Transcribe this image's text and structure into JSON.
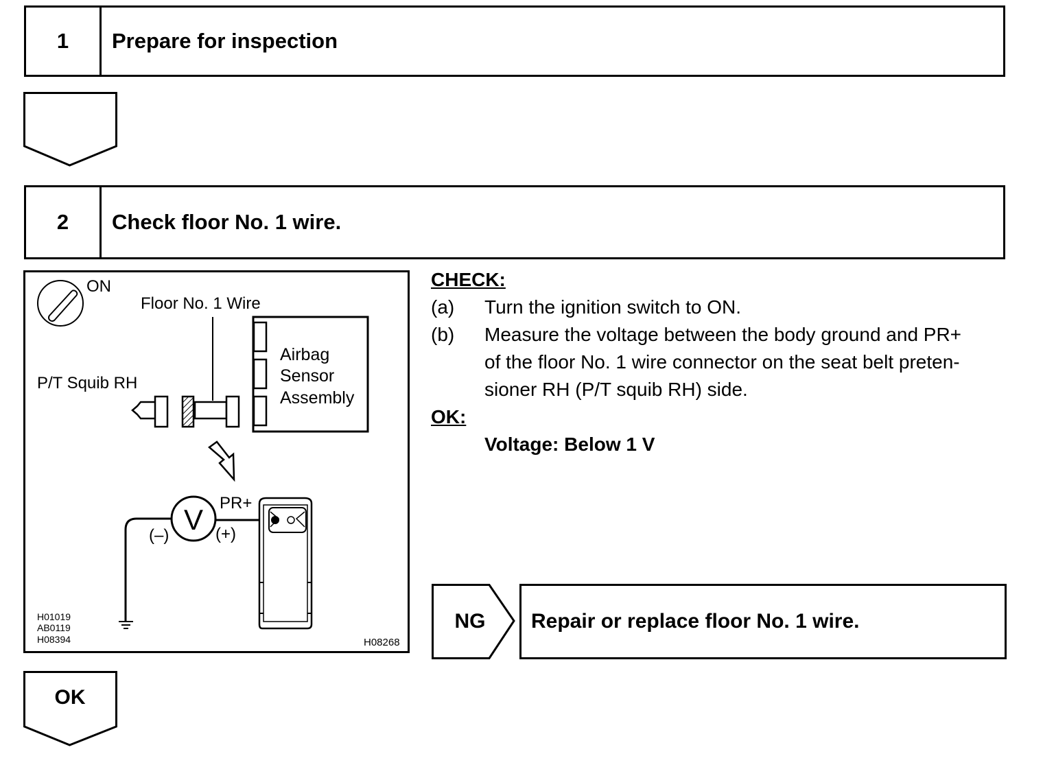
{
  "steps": [
    {
      "number": "1",
      "title": "Prepare for inspection"
    },
    {
      "number": "2",
      "title": "Check floor No. 1 wire."
    }
  ],
  "diagram": {
    "ignition_label": "ON",
    "wire_label": "Floor No. 1 Wire",
    "squib_label": "P/T Squib RH",
    "sensor_label_1": "Airbag",
    "sensor_label_2": "Sensor",
    "sensor_label_3": "Assembly",
    "terminal_label": "PR+",
    "neg_label": "(–)",
    "pos_label": "(+)",
    "meter_symbol": "V",
    "ref_codes": [
      "H01019",
      "AB0119",
      "H08394"
    ],
    "figure_code": "H08268"
  },
  "check": {
    "heading": "CHECK:",
    "items": [
      {
        "marker": "(a)",
        "text": "Turn the ignition switch to ON."
      },
      {
        "marker": "(b)",
        "line1": "Measure the voltage between the body ground and PR+",
        "line2": "of the floor No. 1 wire connector on the seat belt preten-",
        "line3": "sioner RH (P/T squib RH) side."
      }
    ],
    "ok_heading": "OK:",
    "ok_value": "Voltage: Below 1 V"
  },
  "ng_result": {
    "label": "NG",
    "action": "Repair or replace floor No. 1 wire."
  },
  "ok_result": {
    "label": "OK"
  }
}
